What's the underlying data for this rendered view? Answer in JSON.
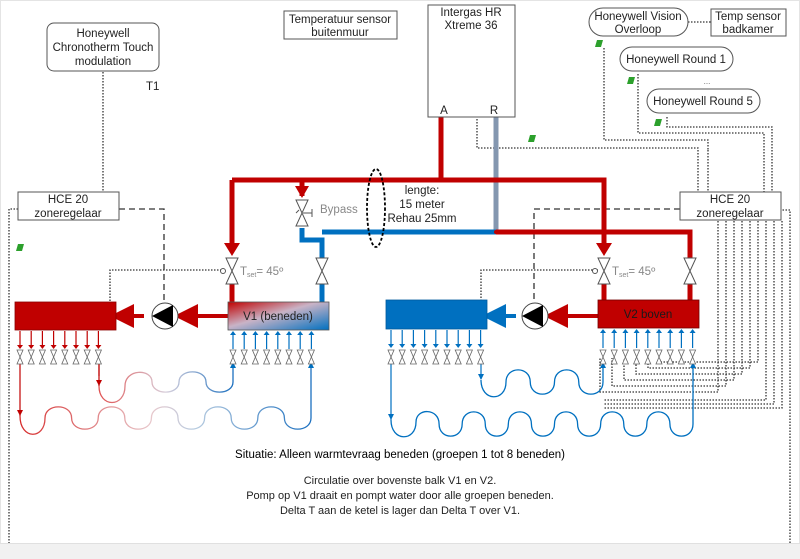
{
  "diagram": {
    "title": "Vloerverwarming schema - twee verdelers met zoneregeling",
    "components": {
      "thermostat_main": {
        "lines": [
          "Honeywell",
          "Chronotherm Touch",
          "modulation"
        ],
        "tag": "T1"
      },
      "outdoor_sensor": {
        "lines": [
          "Temperatuur sensor",
          "buitenmuur"
        ]
      },
      "boiler": {
        "lines": [
          "Intergas HR",
          "Xtreme 36"
        ],
        "port_supply": "A",
        "port_return": "R"
      },
      "vision": {
        "lines": [
          "Honeywell Vision",
          "Overloop"
        ]
      },
      "bath_sensor": {
        "lines": [
          "Temp sensor",
          "badkamer"
        ]
      },
      "round1": {
        "label": "Honeywell Round 1"
      },
      "round_ellipsis": "...",
      "round5": {
        "label": "Honeywell Round 5"
      },
      "hce_left": {
        "lines": [
          "HCE 20",
          "zoneregelaar"
        ]
      },
      "hce_right": {
        "lines": [
          "HCE 20",
          "zoneregelaar"
        ]
      },
      "bypass": {
        "label": "Bypass"
      },
      "pipe_note": {
        "lines": [
          "lengte:",
          "15 meter",
          "Rehau 25mm"
        ]
      },
      "mixing_valve_left": {
        "label": "T",
        "sub": "set",
        "value": "= 45º"
      },
      "mixing_valve_right": {
        "label": "T",
        "sub": "set",
        "value": "= 45º"
      },
      "manifold_v1": {
        "label": "V1 (beneden)"
      },
      "manifold_v2": {
        "label": "V2 boven"
      }
    },
    "situation": "Situatie: Alleen warmtevraag beneden (groepen 1 tot 8 beneden)",
    "notes": [
      "Circulatie over bovenste balk V1 en V2.",
      "Pomp op V1 draait en pompt water door alle groepen beneden.",
      "Delta T aan de ketel is lager dan Delta T over V1."
    ],
    "groups_per_manifold": 8,
    "colors": {
      "hot": "#c00000",
      "cold": "#0070c0",
      "return_grey": "#8497b0",
      "wireless": "#2ca02c",
      "line": "#333333"
    }
  }
}
